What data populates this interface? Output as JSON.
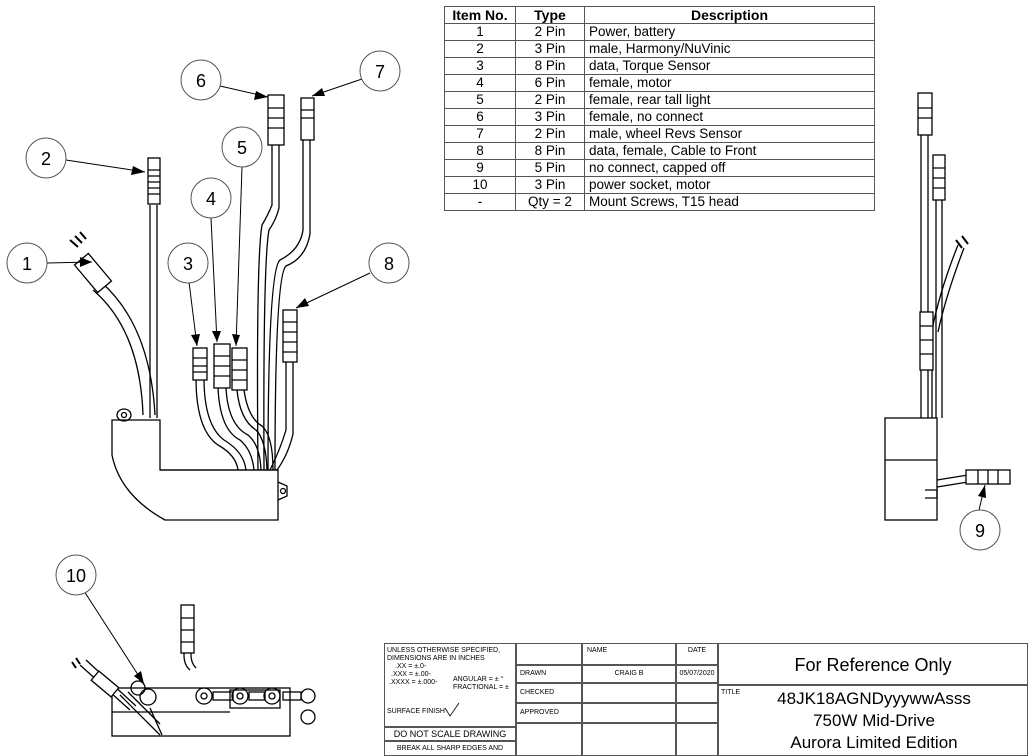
{
  "table": {
    "headers": [
      "Item No.",
      "Type",
      "Description"
    ],
    "rows": [
      {
        "item": "1",
        "type": "2 Pin",
        "desc": "Power, battery"
      },
      {
        "item": "2",
        "type": "3 Pin",
        "desc": "male, Harmony/NuVinic"
      },
      {
        "item": "3",
        "type": "8 Pin",
        "desc": "data, Torque Sensor"
      },
      {
        "item": "4",
        "type": "6 Pin",
        "desc": "female, motor"
      },
      {
        "item": "5",
        "type": "2 Pin",
        "desc": "female, rear tall light"
      },
      {
        "item": "6",
        "type": "3 Pin",
        "desc": "female, no connect"
      },
      {
        "item": "7",
        "type": "2 Pin",
        "desc": "male, wheel Revs Sensor"
      },
      {
        "item": "8",
        "type": "8 Pin",
        "desc": "data, female, Cable to Front"
      },
      {
        "item": "9",
        "type": "5 Pin",
        "desc": "no connect, capped off"
      },
      {
        "item": "10",
        "type": "3 Pin",
        "desc": "power socket, motor"
      },
      {
        "item": "-",
        "type": "Qty = 2",
        "desc": "Mount Screws, T15 head"
      }
    ]
  },
  "callouts": [
    "1",
    "2",
    "3",
    "4",
    "5",
    "6",
    "7",
    "8",
    "9",
    "10"
  ],
  "title_block": {
    "tolerance_lines": [
      "UNLESS OTHERWISE SPECIFIED,",
      "DIMENSIONS ARE IN INCHES",
      ".XX = ±.0-",
      ".XXX = ±.00-",
      ".XXXX = ±.000-"
    ],
    "angular": "ANGULAR = ± °",
    "fractional": "FRACTIONAL = ±",
    "surface_finish": "SURFACE FINISH",
    "do_not_scale": "DO NOT SCALE DRAWING",
    "break_edges": "BREAK ALL SHARP EDGES AND",
    "name_header": "NAME",
    "date_header": "DATE",
    "drawn_label": "DRAWN",
    "drawn_name": "CRAIG B",
    "drawn_date": "05/07/2020",
    "checked_label": "CHECKED",
    "approved_label": "APPROVED",
    "reference": "For Reference Only",
    "title_label": "TITLE",
    "part_number": "48JK18AGNDyyywwAsss",
    "model": "750W Mid-Drive",
    "edition": "Aurora Limited Edition"
  },
  "colors": {
    "line": "#000000",
    "grid": "#555555",
    "background": "#ffffff"
  }
}
